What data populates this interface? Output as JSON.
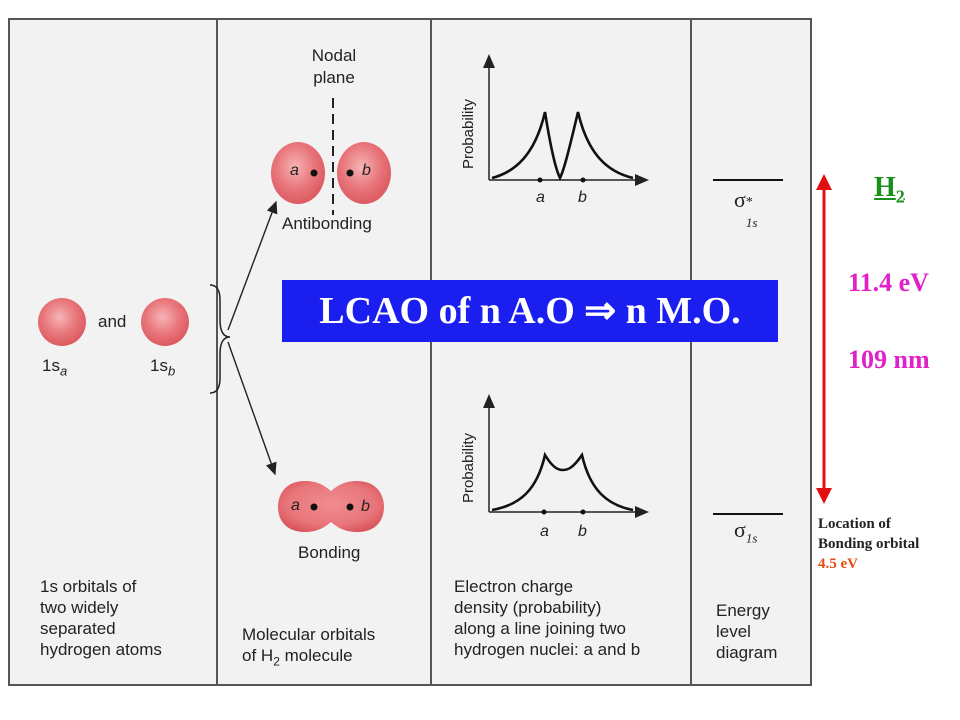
{
  "colors": {
    "panel_bg": "#f2f2f2",
    "orbital_fill": "#e8757a",
    "banner_bg": "#1a1ff0",
    "banner_text": "#ffffff",
    "arrow_red": "#e01010",
    "h2_green": "#1a8f1a",
    "magenta": "#e020c8",
    "orange": "#e84a10"
  },
  "column1": {
    "and_label": "and",
    "atom_a_main": "1s",
    "atom_a_sub": "a",
    "atom_b_main": "1s",
    "atom_b_sub": "b",
    "caption": [
      "1s orbitals of",
      "two widely",
      "separated",
      "hydrogen atoms"
    ]
  },
  "column2": {
    "nodal_line1": "Nodal",
    "nodal_line2": "plane",
    "nucleus_a": "a",
    "nucleus_b": "b",
    "antibonding_label": "Antibonding",
    "bonding_label": "Bonding",
    "caption_line1": "Molecular orbitals",
    "caption_line2_main": "of H",
    "caption_line2_sub": "2",
    "caption_line2_end": " molecule"
  },
  "column3": {
    "y_axis_label": "Probability",
    "x_tick_a": "a",
    "x_tick_b": "b",
    "caption": [
      "Electron charge",
      "density (probability)",
      "along a line joining two",
      "hydrogen nuclei: a and b"
    ]
  },
  "column4": {
    "sigma_star_symbol": "σ",
    "sigma_star_sup": "*",
    "sigma_star_sub": "1s",
    "sigma_symbol": "σ",
    "sigma_sub": "1s",
    "caption": [
      "Energy",
      "level",
      "diagram"
    ]
  },
  "banner": {
    "text": "LCAO of n A.O ⇒ n M.O."
  },
  "right_annotations": {
    "molecule_main": "H",
    "molecule_sub": "2",
    "energy_gap": "11.4 eV",
    "wavelength": "109 nm",
    "location_line1": "Location of",
    "location_line2": "Bonding orbital",
    "location_value": "4.5 eV"
  }
}
